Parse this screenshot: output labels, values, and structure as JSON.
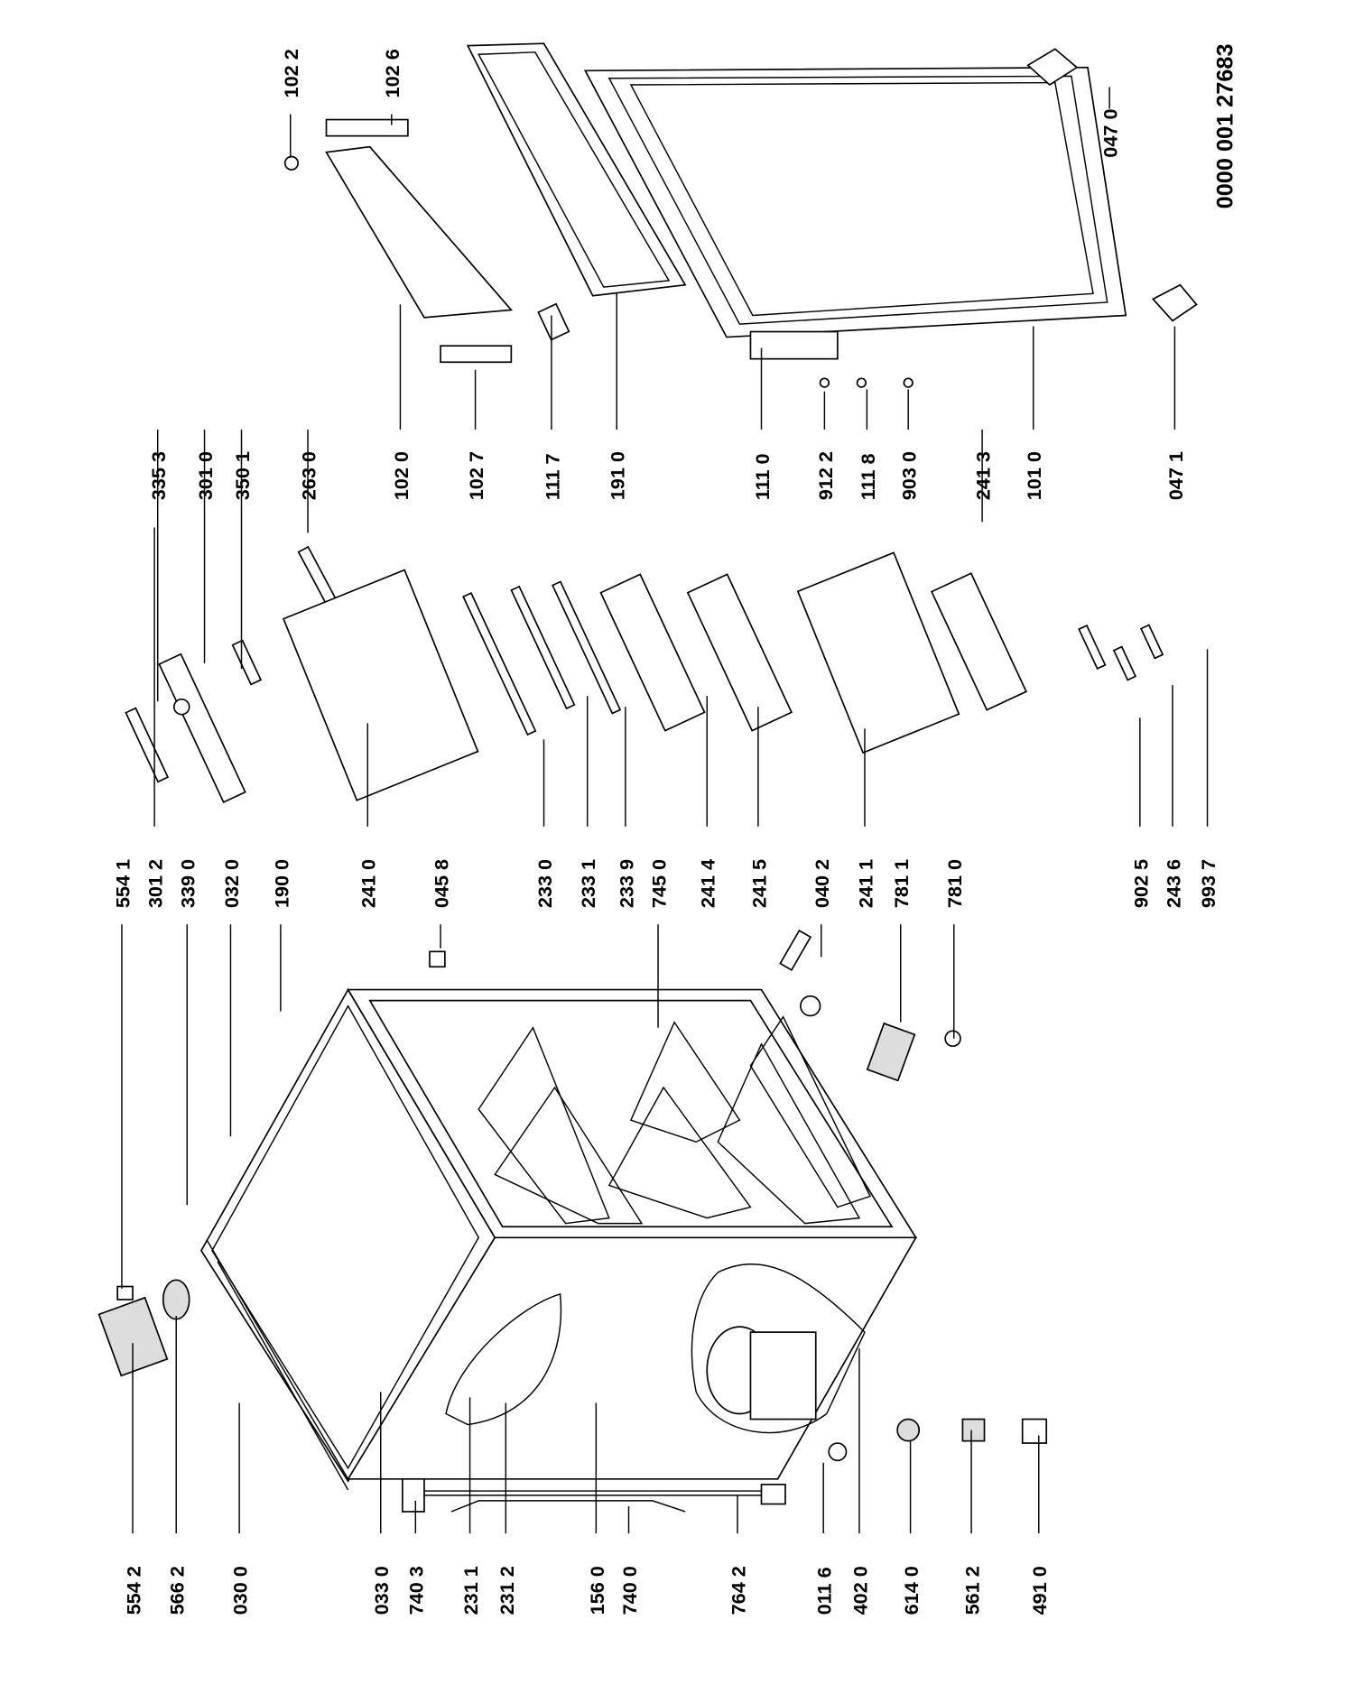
{
  "diagram": {
    "title": "Freezer exploded parts diagram",
    "drawing_number": "0000 001 27683",
    "part_labels": [
      "554 2",
      "566 2",
      "030 0",
      "033 0",
      "740 3",
      "231 1",
      "231 2",
      "156 0",
      "740 0",
      "764 2",
      "011 6",
      "402 0",
      "614 0",
      "561 2",
      "491 0",
      "554 1",
      "301 2",
      "339 0",
      "032 0",
      "190 0",
      "241 0",
      "045 8",
      "233 0",
      "233 1",
      "233 9",
      "745 0",
      "241 4",
      "241 5",
      "040 2",
      "241 1",
      "781 1",
      "781 0",
      "335 3",
      "301 0",
      "350 1",
      "263 0",
      "102 0",
      "102 7",
      "111 7",
      "191 0",
      "111 0",
      "912 2",
      "111 8",
      "903 0",
      "241 3",
      "101 0",
      "047 1",
      "902 5",
      "243 6",
      "993 7",
      "102 2",
      "102 6",
      "047 0"
    ]
  }
}
